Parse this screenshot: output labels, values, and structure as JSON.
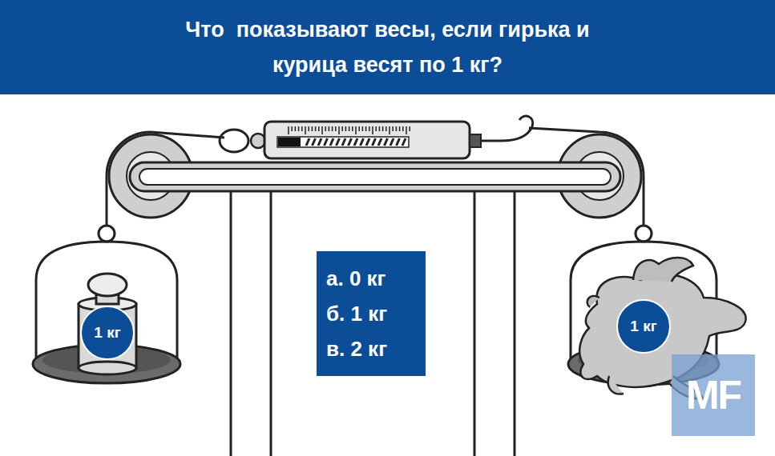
{
  "diagram": {
    "title": "Что  показывают весы, если гирька и курица весят по 1 кг?",
    "nodes": [
      {
        "text": [
          "а. 0 кг",
          "б. 1 кг",
          "в. 2 кг"
        ]
      },
      {
        "text": [
          "1 кг"
        ]
      },
      {
        "text": [
          "1 кг"
        ]
      }
    ],
    "labels": [
      "MF"
    ]
  }
}
